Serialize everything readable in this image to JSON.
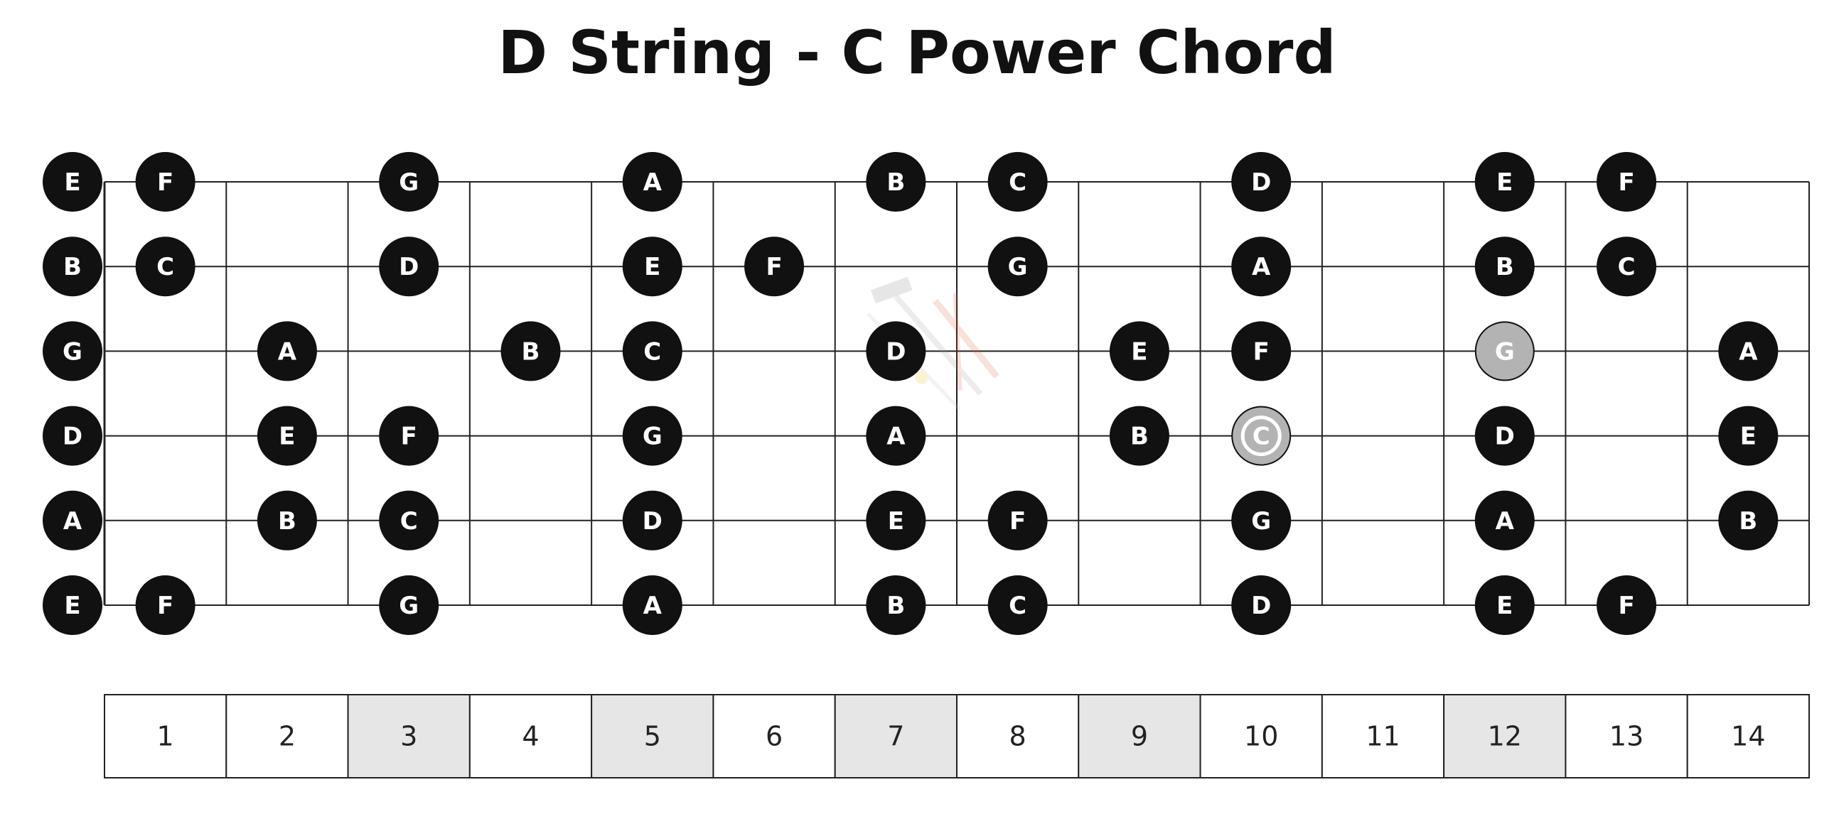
{
  "title": "D String - C Power Chord",
  "colors": {
    "note_fill": "#111111",
    "note_text": "#ffffff",
    "highlight_fill": "#b3b3b3",
    "highlight_text": "#ffffff",
    "line": "#222222",
    "marker_fill": "#e6e6e6"
  },
  "fretboard": {
    "strings": 6,
    "frets": 14,
    "fret_numbers": [
      "1",
      "2",
      "3",
      "4",
      "5",
      "6",
      "7",
      "8",
      "9",
      "10",
      "11",
      "12",
      "13",
      "14"
    ],
    "marker_frets": [
      3,
      5,
      7,
      9,
      12
    ],
    "notes": [
      {
        "string": 1,
        "fret": 0,
        "label": "E"
      },
      {
        "string": 1,
        "fret": 1,
        "label": "F"
      },
      {
        "string": 1,
        "fret": 3,
        "label": "G"
      },
      {
        "string": 1,
        "fret": 5,
        "label": "A"
      },
      {
        "string": 1,
        "fret": 7,
        "label": "B"
      },
      {
        "string": 1,
        "fret": 8,
        "label": "C"
      },
      {
        "string": 1,
        "fret": 10,
        "label": "D"
      },
      {
        "string": 1,
        "fret": 12,
        "label": "E"
      },
      {
        "string": 1,
        "fret": 13,
        "label": "F"
      },
      {
        "string": 2,
        "fret": 0,
        "label": "B"
      },
      {
        "string": 2,
        "fret": 1,
        "label": "C"
      },
      {
        "string": 2,
        "fret": 3,
        "label": "D"
      },
      {
        "string": 2,
        "fret": 5,
        "label": "E"
      },
      {
        "string": 2,
        "fret": 6,
        "label": "F"
      },
      {
        "string": 2,
        "fret": 8,
        "label": "G"
      },
      {
        "string": 2,
        "fret": 10,
        "label": "A"
      },
      {
        "string": 2,
        "fret": 12,
        "label": "B"
      },
      {
        "string": 2,
        "fret": 13,
        "label": "C"
      },
      {
        "string": 3,
        "fret": 0,
        "label": "G"
      },
      {
        "string": 3,
        "fret": 2,
        "label": "A"
      },
      {
        "string": 3,
        "fret": 4,
        "label": "B"
      },
      {
        "string": 3,
        "fret": 5,
        "label": "C"
      },
      {
        "string": 3,
        "fret": 7,
        "label": "D"
      },
      {
        "string": 3,
        "fret": 9,
        "label": "E"
      },
      {
        "string": 3,
        "fret": 10,
        "label": "F"
      },
      {
        "string": 3,
        "fret": 12,
        "label": "G",
        "highlight": true
      },
      {
        "string": 3,
        "fret": 14,
        "label": "A"
      },
      {
        "string": 4,
        "fret": 0,
        "label": "D"
      },
      {
        "string": 4,
        "fret": 2,
        "label": "E"
      },
      {
        "string": 4,
        "fret": 3,
        "label": "F"
      },
      {
        "string": 4,
        "fret": 5,
        "label": "G"
      },
      {
        "string": 4,
        "fret": 7,
        "label": "A"
      },
      {
        "string": 4,
        "fret": 9,
        "label": "B"
      },
      {
        "string": 4,
        "fret": 10,
        "label": "C",
        "highlight": true,
        "root": true
      },
      {
        "string": 4,
        "fret": 12,
        "label": "D"
      },
      {
        "string": 4,
        "fret": 14,
        "label": "E"
      },
      {
        "string": 5,
        "fret": 0,
        "label": "A"
      },
      {
        "string": 5,
        "fret": 2,
        "label": "B"
      },
      {
        "string": 5,
        "fret": 3,
        "label": "C"
      },
      {
        "string": 5,
        "fret": 5,
        "label": "D"
      },
      {
        "string": 5,
        "fret": 7,
        "label": "E"
      },
      {
        "string": 5,
        "fret": 8,
        "label": "F"
      },
      {
        "string": 5,
        "fret": 10,
        "label": "G"
      },
      {
        "string": 5,
        "fret": 12,
        "label": "A"
      },
      {
        "string": 5,
        "fret": 14,
        "label": "B"
      },
      {
        "string": 6,
        "fret": 0,
        "label": "E"
      },
      {
        "string": 6,
        "fret": 1,
        "label": "F"
      },
      {
        "string": 6,
        "fret": 3,
        "label": "G"
      },
      {
        "string": 6,
        "fret": 5,
        "label": "A"
      },
      {
        "string": 6,
        "fret": 7,
        "label": "B"
      },
      {
        "string": 6,
        "fret": 8,
        "label": "C"
      },
      {
        "string": 6,
        "fret": 10,
        "label": "D"
      },
      {
        "string": 6,
        "fret": 12,
        "label": "E"
      },
      {
        "string": 6,
        "fret": 13,
        "label": "F"
      }
    ]
  }
}
